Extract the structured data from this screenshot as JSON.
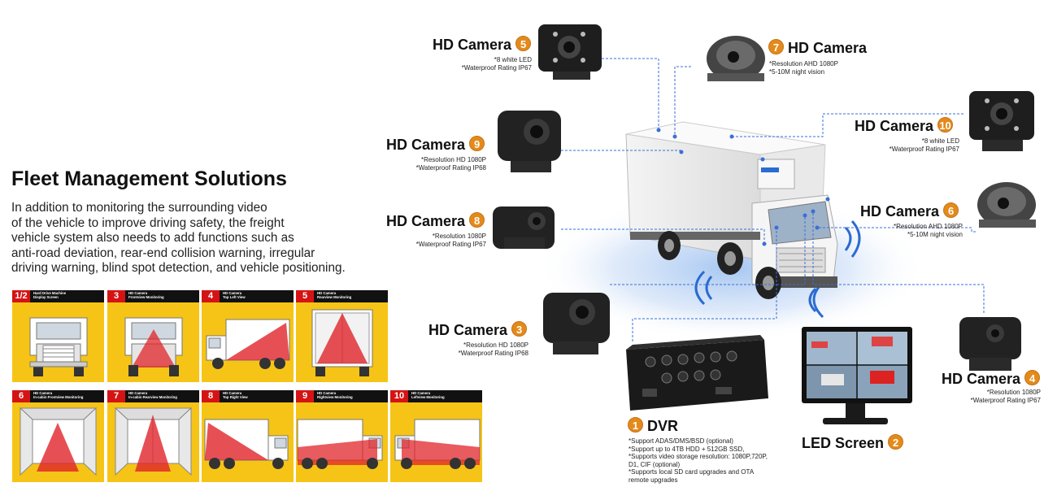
{
  "heading": "Fleet Management Solutions",
  "intro_lines": [
    "In addition to monitoring the surrounding video",
    "of the vehicle to improve driving safety, the freight",
    "vehicle system also needs to add functions such as",
    "anti-road deviation, rear-end collision warning, irregular",
    "driving warning, blind spot detection, and vehicle positioning."
  ],
  "grid": [
    {
      "num": "1/2",
      "caption_lines": [
        "Hard Drive Machine",
        "Display Screen"
      ]
    },
    {
      "num": "3",
      "caption_lines": [
        "HD Camera",
        "Frontview Monitoring"
      ]
    },
    {
      "num": "4",
      "caption_lines": [
        "HD Camera",
        "Top Left View"
      ]
    },
    {
      "num": "5",
      "caption_lines": [
        "HD Camera",
        "Rearview Monitoring"
      ]
    },
    {
      "num": "6",
      "caption_lines": [
        "HD Camera",
        "In-cabin Frontview Monitoring"
      ]
    },
    {
      "num": "7",
      "caption_lines": [
        "HD Camera",
        "In-cabin Rearview Monitoring"
      ]
    },
    {
      "num": "8",
      "caption_lines": [
        "HD Camera",
        "Top Right View"
      ]
    },
    {
      "num": "9",
      "caption_lines": [
        "HD Camera",
        "Rightview Monitoring"
      ]
    },
    {
      "num": "10",
      "caption_lines": [
        "HD Camera",
        "Leftview Monitoring"
      ]
    }
  ],
  "callouts": {
    "c5": {
      "label": "HD Camera",
      "badge": "5",
      "notes": [
        "*8 white LED",
        "*Waterproof Rating IP67"
      ]
    },
    "c7": {
      "label": "HD Camera",
      "badge": "7",
      "notes": [
        "*Resolution AHD 1080P",
        "*5-10M night vision"
      ]
    },
    "c10": {
      "label": "HD Camera",
      "badge": "10",
      "notes": [
        "*8 white LED",
        "*Waterproof Rating IP67"
      ]
    },
    "c9": {
      "label": "HD Camera",
      "badge": "9",
      "notes": [
        "*Resolution HD 1080P",
        "*Waterproof Rating IP68"
      ]
    },
    "c6": {
      "label": "HD Camera",
      "badge": "6",
      "notes": [
        "*Resolution AHD 1080P",
        "*5-10M night vision"
      ]
    },
    "c8": {
      "label": "HD Camera",
      "badge": "8",
      "notes": [
        "*Resolution 1080P",
        "*Waterproof Rating IP67"
      ]
    },
    "c3": {
      "label": "HD Camera",
      "badge": "3",
      "notes": [
        "*Resolution HD 1080P",
        "*Waterproof Rating IP68"
      ]
    },
    "c4": {
      "label": "HD Camera",
      "badge": "4",
      "notes": [
        "*Resolution 1080P",
        "*Waterproof Rating IP67"
      ]
    },
    "dvr": {
      "label": "DVR",
      "badge": "1",
      "notes": [
        "*Support ADAS/DMS/BSD (optional)",
        "*Support up to 4TB HDD + 512GB SSD,",
        "*Supports video storage resolution: 1080P,720P,",
        " D1, CIF (optional)",
        "*Supports local SD card upgrades and OTA",
        " remote upgrades"
      ]
    },
    "screen": {
      "label": "LED Screen",
      "badge": "2"
    }
  },
  "colors": {
    "grid_bg": "#f6c416",
    "badge": "#e38a1a",
    "num_tab": "#d41414",
    "leader": "#3a6fd8",
    "radar": "#2a6bd1"
  }
}
